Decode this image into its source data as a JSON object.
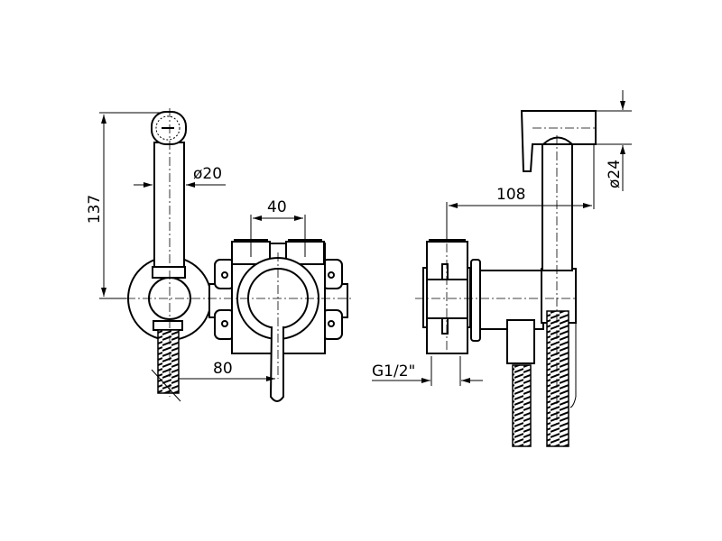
{
  "title": "Bidet spray set technical drawing",
  "views": {
    "front": {
      "dimensions": {
        "height": "137",
        "handshower_diameter": "ø20",
        "inlet_spacing": "40",
        "lever_offset": "80"
      }
    },
    "side": {
      "dimensions": {
        "projection": "108",
        "head_diameter": "ø24",
        "thread": "G1/2\""
      }
    }
  }
}
